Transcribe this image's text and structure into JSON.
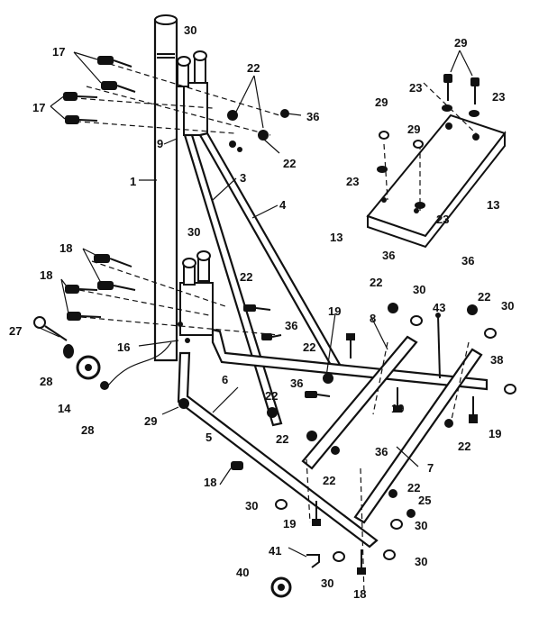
{
  "diagram": {
    "callouts": [
      {
        "id": "c1",
        "text": "30"
      },
      {
        "id": "c2",
        "text": "17"
      },
      {
        "id": "c3",
        "text": "17"
      },
      {
        "id": "c4",
        "text": "22"
      },
      {
        "id": "c5",
        "text": "36"
      },
      {
        "id": "c6",
        "text": "9"
      },
      {
        "id": "c7",
        "text": "22"
      },
      {
        "id": "c8",
        "text": "29"
      },
      {
        "id": "c9",
        "text": "23"
      },
      {
        "id": "c10",
        "text": "23"
      },
      {
        "id": "c11",
        "text": "29"
      },
      {
        "id": "c12",
        "text": "29"
      },
      {
        "id": "c13",
        "text": "23"
      },
      {
        "id": "c14",
        "text": "23"
      },
      {
        "id": "c15",
        "text": "13"
      },
      {
        "id": "c16",
        "text": "13"
      },
      {
        "id": "c17",
        "text": "1"
      },
      {
        "id": "c18",
        "text": "3"
      },
      {
        "id": "c19",
        "text": "4"
      },
      {
        "id": "c20",
        "text": "30"
      },
      {
        "id": "c21",
        "text": "18"
      },
      {
        "id": "c22",
        "text": "18"
      },
      {
        "id": "c23",
        "text": "22"
      },
      {
        "id": "c24",
        "text": "36"
      },
      {
        "id": "c25",
        "text": "36"
      },
      {
        "id": "c26",
        "text": "22"
      },
      {
        "id": "c27",
        "text": "30"
      },
      {
        "id": "c28",
        "text": "36"
      },
      {
        "id": "c29",
        "text": "22"
      },
      {
        "id": "c30",
        "text": "30"
      },
      {
        "id": "c31",
        "text": "19"
      },
      {
        "id": "c32",
        "text": "8"
      },
      {
        "id": "c33",
        "text": "43"
      },
      {
        "id": "c34",
        "text": "27"
      },
      {
        "id": "c35",
        "text": "16"
      },
      {
        "id": "c36",
        "text": "28"
      },
      {
        "id": "c37",
        "text": "22"
      },
      {
        "id": "c38",
        "text": "6"
      },
      {
        "id": "c39",
        "text": "38"
      },
      {
        "id": "c40",
        "text": "14"
      },
      {
        "id": "c41",
        "text": "28"
      },
      {
        "id": "c42",
        "text": "36"
      },
      {
        "id": "c43",
        "text": "22"
      },
      {
        "id": "c44",
        "text": "19"
      },
      {
        "id": "c45",
        "text": "22"
      },
      {
        "id": "c46",
        "text": "19"
      },
      {
        "id": "c47",
        "text": "22"
      },
      {
        "id": "c48",
        "text": "29"
      },
      {
        "id": "c49",
        "text": "5"
      },
      {
        "id": "c50",
        "text": "36"
      },
      {
        "id": "c51",
        "text": "7"
      },
      {
        "id": "c52",
        "text": "18"
      },
      {
        "id": "c53",
        "text": "22"
      },
      {
        "id": "c54",
        "text": "22"
      },
      {
        "id": "c55",
        "text": "30"
      },
      {
        "id": "c56",
        "text": "25"
      },
      {
        "id": "c57",
        "text": "19"
      },
      {
        "id": "c58",
        "text": "30"
      },
      {
        "id": "c59",
        "text": "41"
      },
      {
        "id": "c60",
        "text": "30"
      },
      {
        "id": "c61",
        "text": "40"
      },
      {
        "id": "c62",
        "text": "30"
      },
      {
        "id": "c63",
        "text": "18"
      }
    ]
  }
}
